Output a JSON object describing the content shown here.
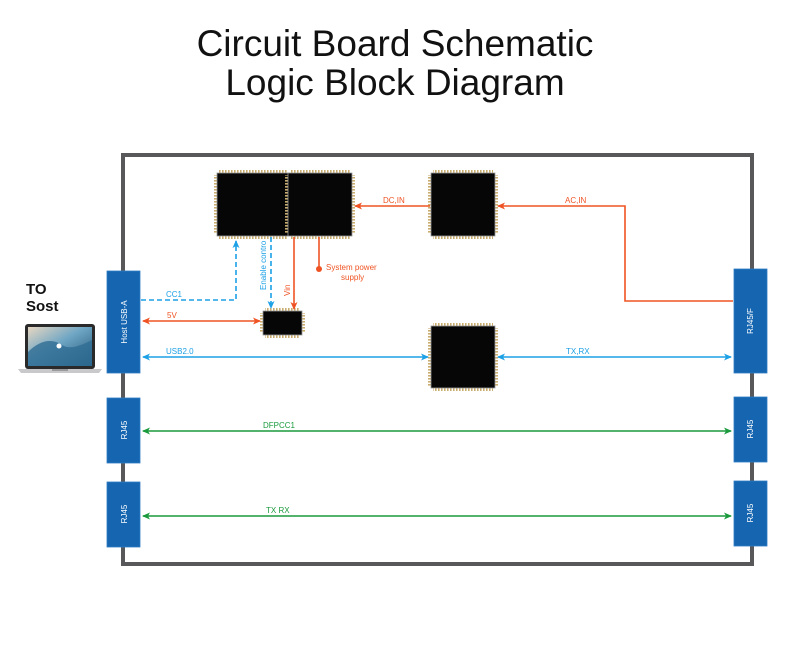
{
  "title": {
    "line1": "Circuit Board Schematic",
    "line2": "Logic Block Diagram"
  },
  "host": {
    "label_line1": "TO",
    "label_line2": "Sost",
    "device_icon": "laptop-icon"
  },
  "colors": {
    "border": "#58585a",
    "connector": "#1565b0",
    "chip": "#060606",
    "chip_pins": "#c9ad6e",
    "power": "#ef5323",
    "data": "#1ca0e6",
    "network": "#1a9a3c"
  },
  "connectors": {
    "left": [
      {
        "label": "Host USB-A"
      },
      {
        "label": "RJ45"
      },
      {
        "label": "RJ45"
      }
    ],
    "right": [
      {
        "label": "RJ45/F"
      },
      {
        "label": "RJ45"
      },
      {
        "label": "RJ45"
      }
    ]
  },
  "chips": [
    {
      "name": "chip-controller"
    },
    {
      "name": "chip-main"
    },
    {
      "name": "chip-power-converter"
    },
    {
      "name": "chip-small-regulator"
    },
    {
      "name": "chip-network"
    }
  ],
  "wires": {
    "cc1": "CC1",
    "v5": "5V",
    "usb": "USB2.0",
    "enable": "Enable contro",
    "vin": "Vin",
    "system_power_line1": "System power",
    "system_power_line2": "supply",
    "dc_in": "DC,IN",
    "ac_in": "AC,IN",
    "txrx_top": "TX,RX",
    "dfpcc1": "DFPCC1",
    "txrx_bottom": "TX RX"
  }
}
